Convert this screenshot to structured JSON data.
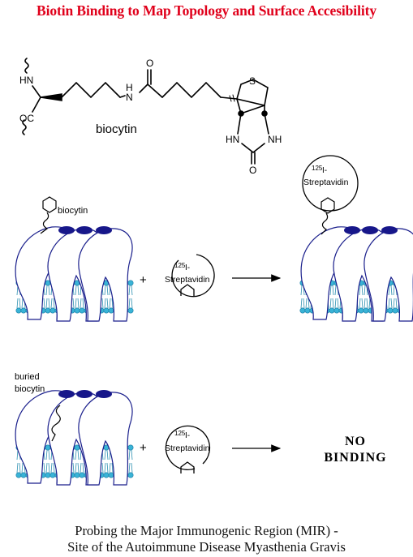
{
  "title": "Biotin Binding to Map Topology and Surface Accesibility",
  "molecule": {
    "name": "biocytin",
    "atoms": {
      "hn": "HN",
      "oc": "OC",
      "nh_amide": "H",
      "nh_amide_n": "N",
      "o_amide": "O",
      "s": "S",
      "hn_ring": "HN",
      "nh_ring": "NH",
      "o_urea": "O"
    }
  },
  "row1": {
    "label": "biocytin",
    "plus": "+",
    "reagent_sup": "125",
    "reagent_i": "I-",
    "reagent_name": "Streptavidin",
    "product_sup": "125",
    "product_i": "I-",
    "product_name": "Streptavidin"
  },
  "row2": {
    "label_line1": "buried",
    "label_line2": "biocytin",
    "plus": "+",
    "reagent_sup": "125",
    "reagent_i": "I-",
    "reagent_name": "Streptavidin",
    "result_line1": "NO",
    "result_line2": "BINDING"
  },
  "caption": {
    "line1": "Probing the Major Immunogenic Region (MIR) -",
    "line2": "Site of the Autoimmune Disease Myasthenia Gravis"
  },
  "colors": {
    "title": "#e0001b",
    "protein_outline": "#1a1f8c",
    "mir_fill": "#17178a",
    "lipid_head": "#39b3d6",
    "lipid_tail": "#2b8fb0"
  }
}
